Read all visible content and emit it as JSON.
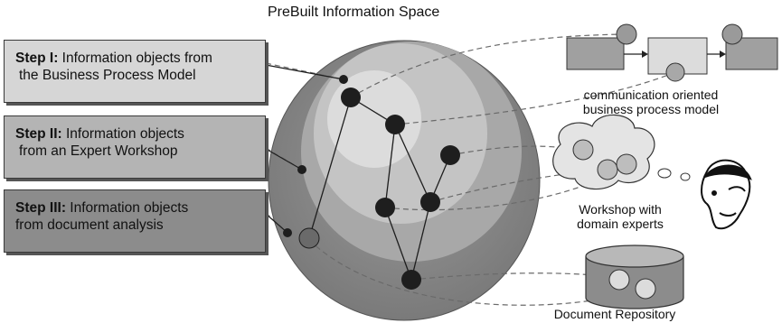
{
  "title": "PreBuilt Information Space",
  "steps": [
    {
      "label": "Step I:",
      "line1": " Information objects from",
      "line2": "the Business Process Model",
      "fill": "#d6d6d6"
    },
    {
      "label": "Step II:",
      "line1": " Information objects",
      "line2": "from an Expert Workshop",
      "fill": "#b4b4b4"
    },
    {
      "label": "Step III:",
      "line1": " Information objects",
      "line2": "from document analysis",
      "fill": "#8c8c8c"
    }
  ],
  "sources": {
    "process_model": {
      "line1": "communication oriented",
      "line2": "business process model"
    },
    "workshop": {
      "line1": "Workshop with",
      "line2": "domain experts"
    },
    "repository": {
      "label": "Document Repository"
    }
  },
  "colors": {
    "outer_ring": "#8a8a8a",
    "middle_ring": "#a6a6a6",
    "inner_ring": "#c4c4c4",
    "core": "#dedede",
    "node": "#1e1e1e",
    "link": "#666666"
  }
}
